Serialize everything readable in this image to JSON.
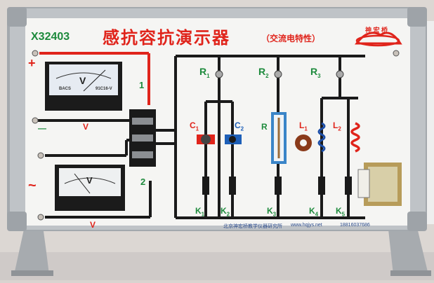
{
  "board": {
    "model": "X32403",
    "title": "感抗容抗演示器",
    "subtitle": "（交流电特性）",
    "logo_text": "神 宏 桥",
    "footer_company": "北京神宏桥教学仪器研究所",
    "footer_web": "www.hqjys.net",
    "footer_phone": "18816037686"
  },
  "meters": {
    "dc": {
      "unit": "V",
      "brand": "BACS",
      "model": "91C16-V",
      "terminal_plus": "+",
      "terminal_minus": "—",
      "terminal_v": "V"
    },
    "ac": {
      "unit": "V",
      "terminal_tilde": "~",
      "terminal_v": "V"
    }
  },
  "switch_labels": {
    "one": "1",
    "two": "2"
  },
  "components": {
    "R1": {
      "letter": "R",
      "sub": "1"
    },
    "R2": {
      "letter": "R",
      "sub": "2"
    },
    "R3": {
      "letter": "R",
      "sub": "3"
    },
    "C1": {
      "letter": "C",
      "sub": "1"
    },
    "C2": {
      "letter": "C",
      "sub": "2"
    },
    "R": {
      "letter": "R"
    },
    "L1": {
      "letter": "L",
      "sub": "1"
    },
    "L2": {
      "letter": "L",
      "sub": "2"
    }
  },
  "switches": {
    "K1": {
      "letter": "K",
      "sub": "1"
    },
    "K2": {
      "letter": "K",
      "sub": "2"
    },
    "K3": {
      "letter": "K",
      "sub": "3"
    },
    "K4": {
      "letter": "K",
      "sub": "4"
    },
    "K5": {
      "letter": "K",
      "sub": "5"
    }
  },
  "colors": {
    "wire": "#1a1a1a",
    "wire_red": "#e0241b",
    "label_green": "#1d8a3c",
    "frame": "#a9adb1",
    "board": "#f4f4f2"
  }
}
